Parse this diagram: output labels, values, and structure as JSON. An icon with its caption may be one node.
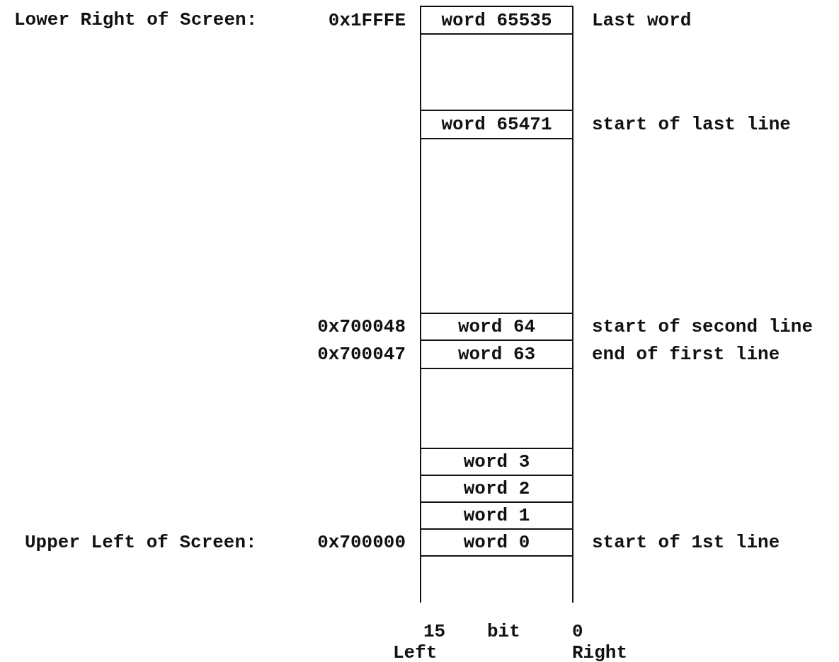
{
  "diagram": {
    "nodes": [
      {
        "text": [
          "word 65535"
        ],
        "beside": [
          "0x1FFFE",
          "Last word"
        ]
      },
      {
        "text": [],
        "shape": "box"
      },
      {
        "text": [
          "word 65471"
        ],
        "beside": [
          "start of last line"
        ]
      },
      {
        "text": [],
        "shape": "box"
      },
      {
        "text": [
          "word 64"
        ],
        "beside": [
          "0x700048",
          "start of second line"
        ]
      },
      {
        "text": [
          "word 63"
        ],
        "beside": [
          "0x700047",
          "end of first line"
        ]
      },
      {
        "text": [],
        "shape": "box"
      },
      {
        "text": [
          "word 3"
        ]
      },
      {
        "text": [
          "word 2"
        ]
      },
      {
        "text": [
          "word 1"
        ]
      },
      {
        "text": [
          "word 0"
        ],
        "beside": [
          "0x700000",
          "start of 1st line"
        ]
      }
    ],
    "edges": [],
    "labels": [
      "Lower Right of Screen:",
      "Upper Left of Screen:",
      "15",
      "bit",
      "0",
      "Left",
      "Right"
    ]
  }
}
